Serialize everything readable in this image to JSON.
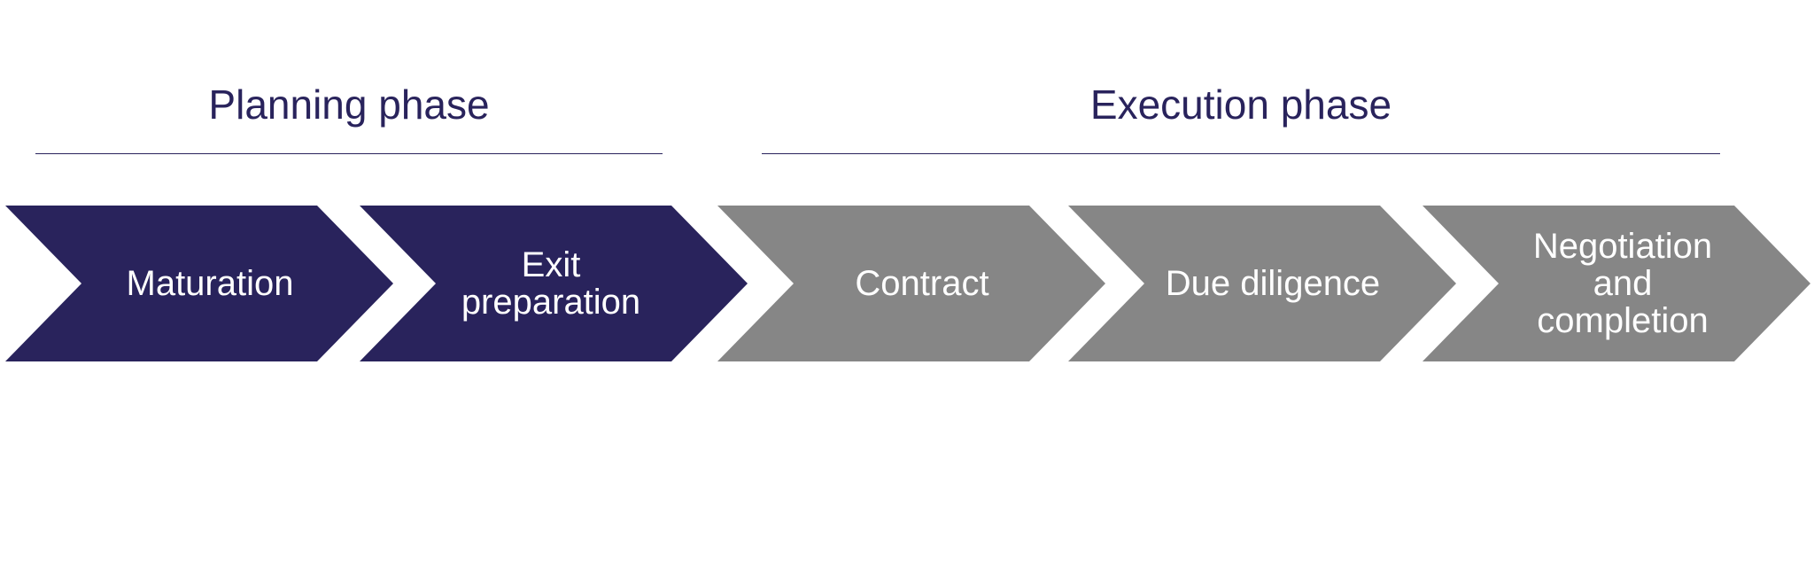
{
  "phases": {
    "planning": {
      "title": "Planning phase"
    },
    "execution": {
      "title": "Execution phase"
    }
  },
  "steps": [
    {
      "label": "Maturation",
      "phase": "planning",
      "color": "#29235c"
    },
    {
      "label": "Exit preparation",
      "phase": "planning",
      "color": "#29235c"
    },
    {
      "label": "Contract",
      "phase": "execution",
      "color": "#868686"
    },
    {
      "label": "Due diligence",
      "phase": "execution",
      "color": "#868686"
    },
    {
      "label": "Negotiation and completion",
      "phase": "execution",
      "color": "#868686"
    }
  ],
  "colors": {
    "planning": "#29235c",
    "execution": "#868686",
    "text_light": "#ffffff"
  }
}
